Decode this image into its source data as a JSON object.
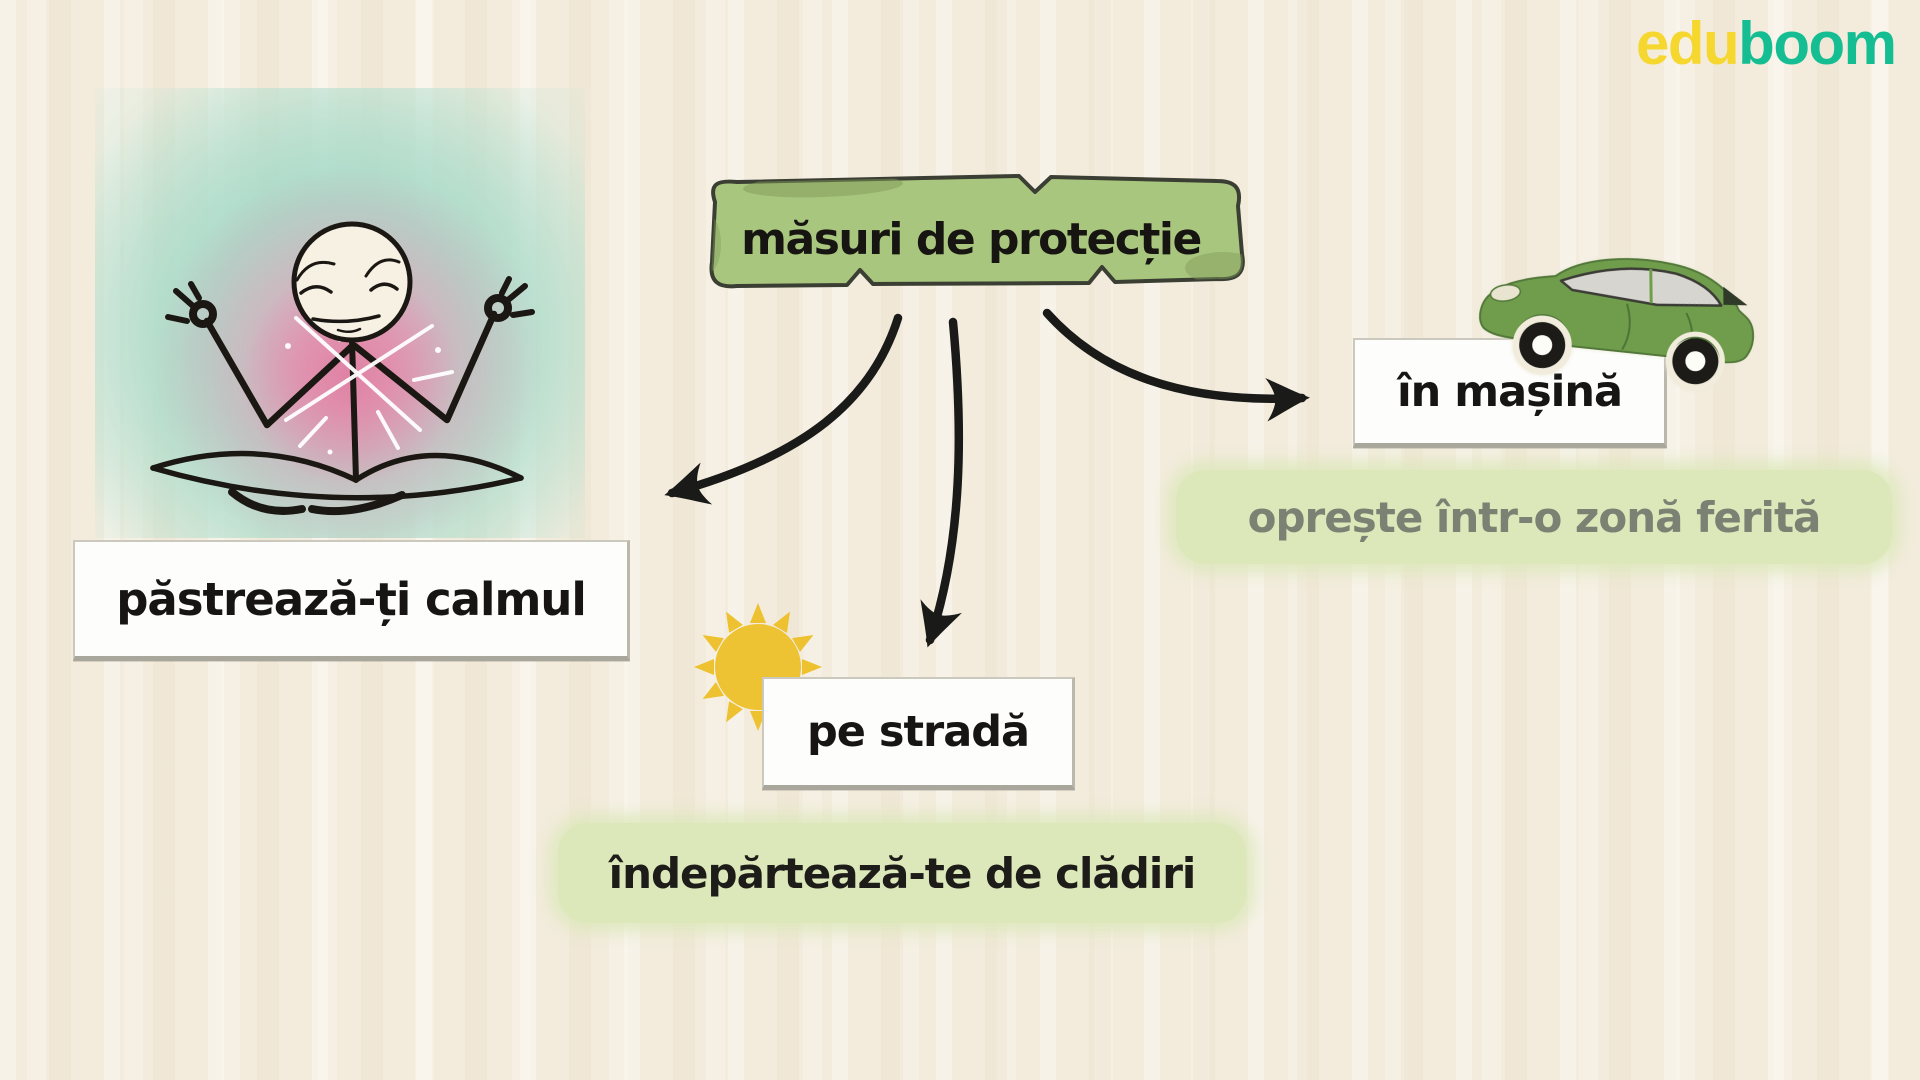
{
  "logo": {
    "edu": "edu",
    "boom": "boom"
  },
  "title": {
    "label": "măsuri de protecție"
  },
  "nodes": {
    "calm": {
      "label": "păstrează-ți calmul"
    },
    "street": {
      "label": "pe stradă",
      "note": "îndepărtează-te de clădiri"
    },
    "car": {
      "label": "în mașină",
      "note": "oprește într-o zonă ferită"
    }
  },
  "icons": {
    "meditating_person": "meditating-person-icon",
    "sun": "sun-icon",
    "car": "car-icon",
    "arrows": "connector-arrows"
  },
  "colors": {
    "background": "#f3ecdd",
    "title_box_fill": "#a9c67f",
    "title_box_border": "#3a3e33",
    "label_text": "#161513",
    "note_highlight": "#dce8ba",
    "note_street_text": "#1d1c19",
    "note_car_text": "#7b8173",
    "arrow": "#1a1a18",
    "sun": "#edc12f",
    "car_body": "#6f9d4c",
    "glow_teal": "#a6d9c7",
    "glow_pink": "#e99eba",
    "logo_edu": "#f6d72f",
    "logo_boom": "#15bd92"
  }
}
